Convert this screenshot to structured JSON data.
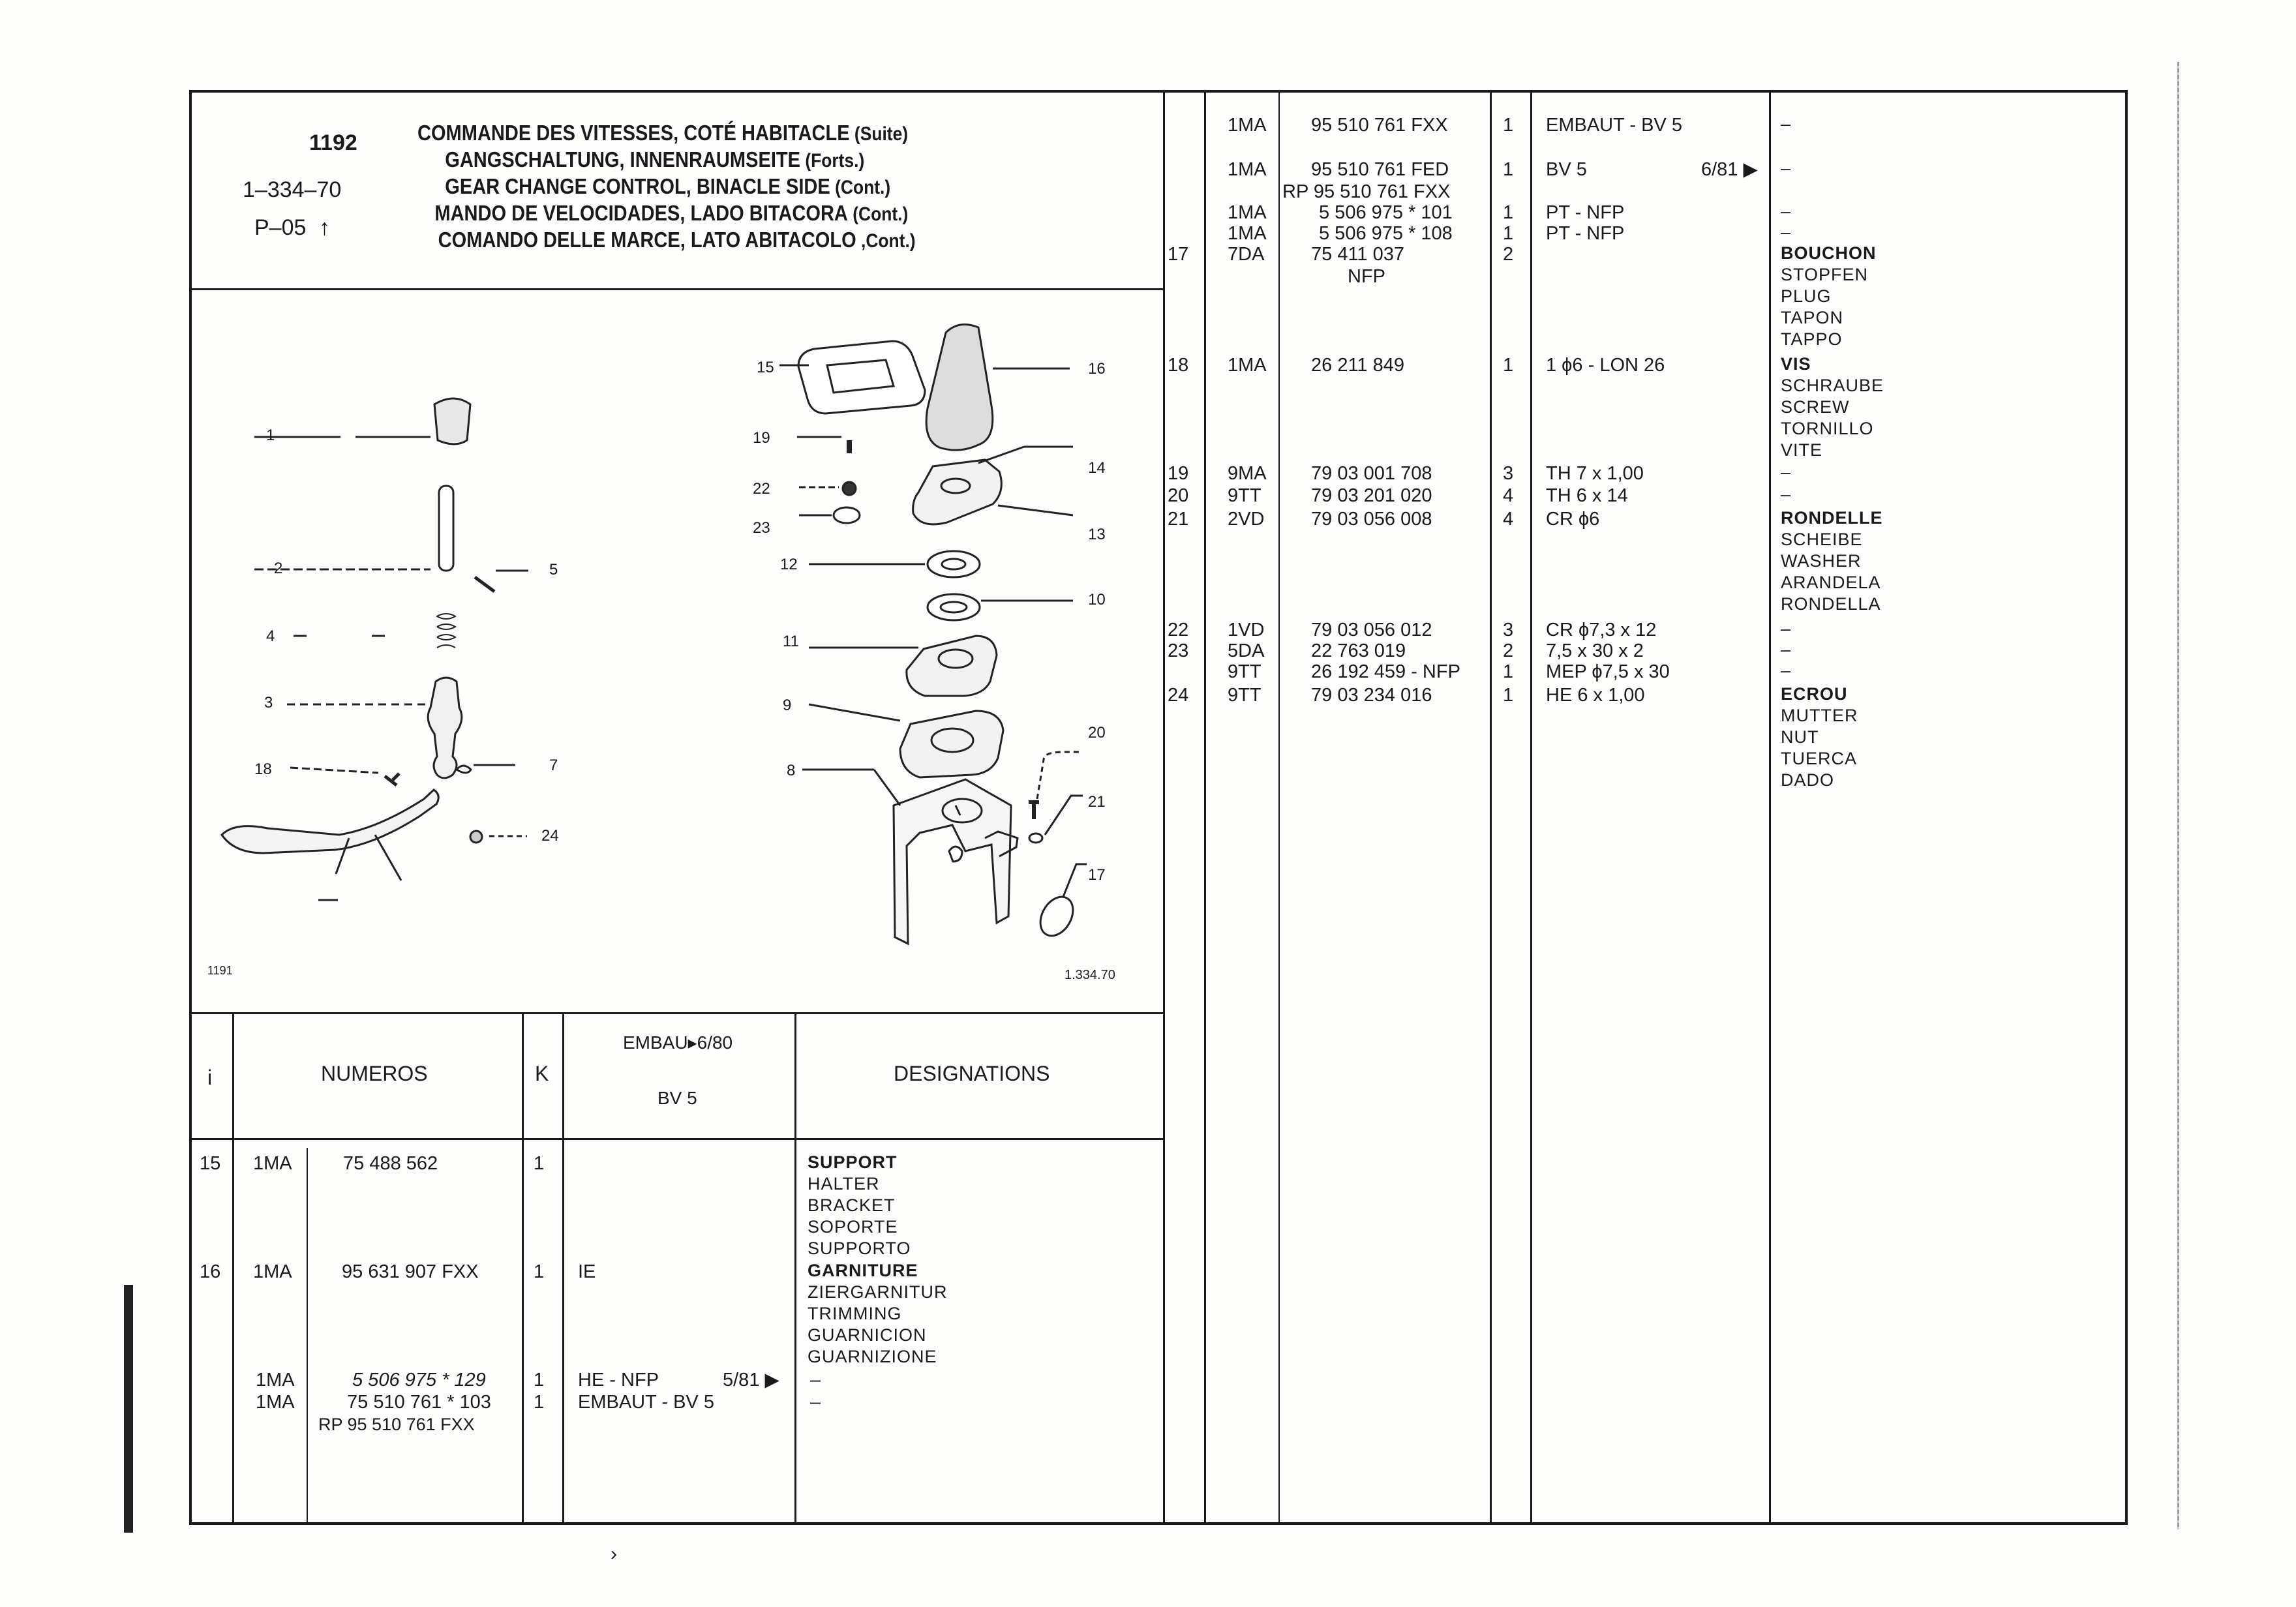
{
  "header": {
    "page_number": "1192",
    "reference": "1–334–70",
    "section": "P–05",
    "section_arrow": "↑",
    "titles": [
      {
        "text": "COMMANDE DES VITESSES, COTÉ HABITACLE",
        "suffix": " (Suite)"
      },
      {
        "text": "GANGSCHALTUNG, INNENRAUMSEITE",
        "suffix": " (Forts.)"
      },
      {
        "text": "GEAR CHANGE CONTROL, BINACLE SIDE",
        "suffix": " (Cont.)"
      },
      {
        "text": "MANDO DE VELOCIDADES, LADO BITACORA",
        "suffix": " (Cont.)"
      },
      {
        "text": "COMANDO DELLE MARCE, LATO ABITACOLO",
        "suffix": " ,Cont.)"
      }
    ]
  },
  "diagram": {
    "left_code": "1191",
    "right_code": "1.334.70",
    "callouts": [
      "1",
      "2",
      "3",
      "4",
      "5",
      "7",
      "18",
      "24",
      "15",
      "16",
      "19",
      "14",
      "22",
      "13",
      "23",
      "12",
      "10",
      "11",
      "9",
      "8",
      "20",
      "21",
      "17"
    ]
  },
  "columns": {
    "item": "i",
    "numbers": "NUMEROS",
    "k": "K",
    "condition_top": "EMBAU▸6/80",
    "condition_bottom": "BV 5",
    "designations": "DESIGNATIONS"
  },
  "left_rows": [
    {
      "item": "15",
      "code": "1MA",
      "part": "75 488 562",
      "k": "1",
      "cond": "",
      "date": "",
      "designations": [
        "SUPPORT",
        "HALTER",
        "BRACKET",
        "SOPORTE",
        "SUPPORTO"
      ]
    },
    {
      "item": "16",
      "code": "1MA",
      "part": "95 631 907 FXX",
      "k": "1",
      "cond": "IE",
      "date": "",
      "designations": [
        "GARNITURE",
        "ZIERGARNITUR",
        "TRIMMING",
        "GUARNICION",
        "GUARNIZIONE"
      ]
    },
    {
      "item": "",
      "code": "1MA",
      "part": "5 506 975 * 129",
      "k": "1",
      "cond": "HE - NFP",
      "date": "5/81 ▶",
      "designations": [
        "–"
      ]
    },
    {
      "item": "",
      "code": "1MA",
      "part": "75 510 761 * 103",
      "k": "1",
      "cond": "EMBAUT - BV 5",
      "date": "",
      "designations": [
        "–"
      ]
    },
    {
      "item": "",
      "code": "",
      "part": "RP 95 510 761 FXX",
      "k": "",
      "cond": "",
      "date": "",
      "designations": []
    }
  ],
  "right_rows": [
    {
      "item": "",
      "code": "1MA",
      "part": "95 510 761 FXX",
      "k": "1",
      "cond": "EMBAUT - BV 5",
      "date": "",
      "designations": [
        "–"
      ]
    },
    {
      "item": "",
      "code": "1MA",
      "part": "95 510 761 FED",
      "k": "1",
      "cond": "BV 5",
      "date": "6/81 ▶",
      "designations": [
        "–"
      ]
    },
    {
      "item": "",
      "code": "",
      "part": "RP 95 510 761 FXX",
      "k": "",
      "cond": "",
      "date": "",
      "designations": []
    },
    {
      "item": "",
      "code": "1MA",
      "part": "5 506 975 * 101",
      "k": "1",
      "cond": "PT - NFP",
      "date": "",
      "designations": [
        "–"
      ]
    },
    {
      "item": "",
      "code": "1MA",
      "part": "5 506 975 * 108",
      "k": "1",
      "cond": "PT - NFP",
      "date": "",
      "designations": [
        "–"
      ]
    },
    {
      "item": "17",
      "code": "7DA",
      "part": "75 411 037",
      "k": "2",
      "cond": "",
      "date": "",
      "designations": [
        "BOUCHON",
        "STOPFEN",
        "PLUG",
        "TAPON",
        "TAPPO"
      ]
    },
    {
      "item": "",
      "code": "",
      "part": "NFP",
      "k": "",
      "cond": "",
      "date": "",
      "designations": []
    },
    {
      "item": "18",
      "code": "1MA",
      "part": "26 211 849",
      "k": "1",
      "cond": "1 ϕ6 - LON 26",
      "date": "",
      "designations": [
        "VIS",
        "SCHRAUBE",
        "SCREW",
        "TORNILLO",
        "VITE"
      ]
    },
    {
      "item": "19",
      "code": "9MA",
      "part": "79 03 001 708",
      "k": "3",
      "cond": "TH 7 x 1,00",
      "date": "",
      "designations": [
        "–"
      ]
    },
    {
      "item": "20",
      "code": "9TT",
      "part": "79 03 201 020",
      "k": "4",
      "cond": "TH 6 x 14",
      "date": "",
      "designations": [
        "–"
      ]
    },
    {
      "item": "21",
      "code": "2VD",
      "part": "79 03 056 008",
      "k": "4",
      "cond": "CR ϕ6",
      "date": "",
      "designations": [
        "RONDELLE",
        "SCHEIBE",
        "WASHER",
        "ARANDELA",
        "RONDELLA"
      ]
    },
    {
      "item": "22",
      "code": "1VD",
      "part": "79 03 056 012",
      "k": "3",
      "cond": "CR ϕ7,3 x 12",
      "date": "",
      "designations": [
        "–"
      ]
    },
    {
      "item": "23",
      "code": "5DA",
      "part": "22 763 019",
      "k": "2",
      "cond": "7,5 x 30 x 2",
      "date": "",
      "designations": [
        "–"
      ]
    },
    {
      "item": "",
      "code": "9TT",
      "part": "26 192 459 - NFP",
      "k": "1",
      "cond": "MEP ϕ7,5 x 30",
      "date": "",
      "designations": [
        "–"
      ]
    },
    {
      "item": "24",
      "code": "9TT",
      "part": "79 03 234 016",
      "k": "1",
      "cond": "HE 6 x 1,00",
      "date": "",
      "designations": [
        "ECROU",
        "MUTTER",
        "NUT",
        "TUERCA",
        "DADO"
      ]
    }
  ]
}
